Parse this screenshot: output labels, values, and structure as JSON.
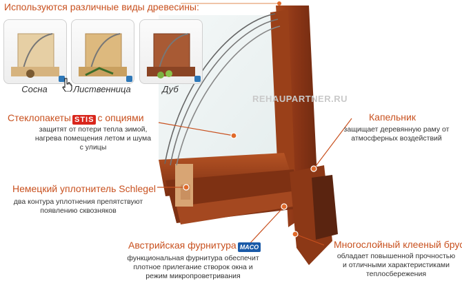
{
  "header": {
    "title": "Используются различные виды древесины:"
  },
  "wood_types": [
    {
      "label": "Сосна"
    },
    {
      "label": "Лиственница"
    },
    {
      "label": "Дуб"
    }
  ],
  "callouts": {
    "glass": {
      "title_before": "Стеклопакеты",
      "badge": "STIS",
      "title_after": "с опциями",
      "desc": [
        "защитят от потери тепла зимой,",
        "нагрева помещения летом и шума",
        "с улицы"
      ]
    },
    "seal": {
      "title": "Немецкий уплотнитель Schlegel",
      "desc": [
        "два контура уплотнения препятствуют",
        "появлению сквозняков"
      ]
    },
    "hardware": {
      "title": "Австрийская фурнитура",
      "badge": "MACO",
      "desc": [
        "функциональная фурнитура обеспечит",
        "плотное прилегание створок окна и",
        "режим микропроветривания"
      ]
    },
    "drip": {
      "title": "Капельник",
      "desc": [
        "защищает деревянную раму от",
        "атмосферных воздействий"
      ]
    },
    "beam": {
      "title": "Многослойный клееный брус",
      "desc": [
        "обладает повышенной прочностью",
        "и отличными характеристиками",
        "теплосбережения"
      ]
    }
  },
  "watermark": "REHAUPARTNER.RU",
  "colors": {
    "accent": "#c8501e",
    "wood": "#8a3a1a",
    "badge_stis": "#d9261c",
    "badge_maco": "#1a5aa8"
  },
  "icons": [
    "zoom-icon",
    "hand-cursor-icon"
  ]
}
